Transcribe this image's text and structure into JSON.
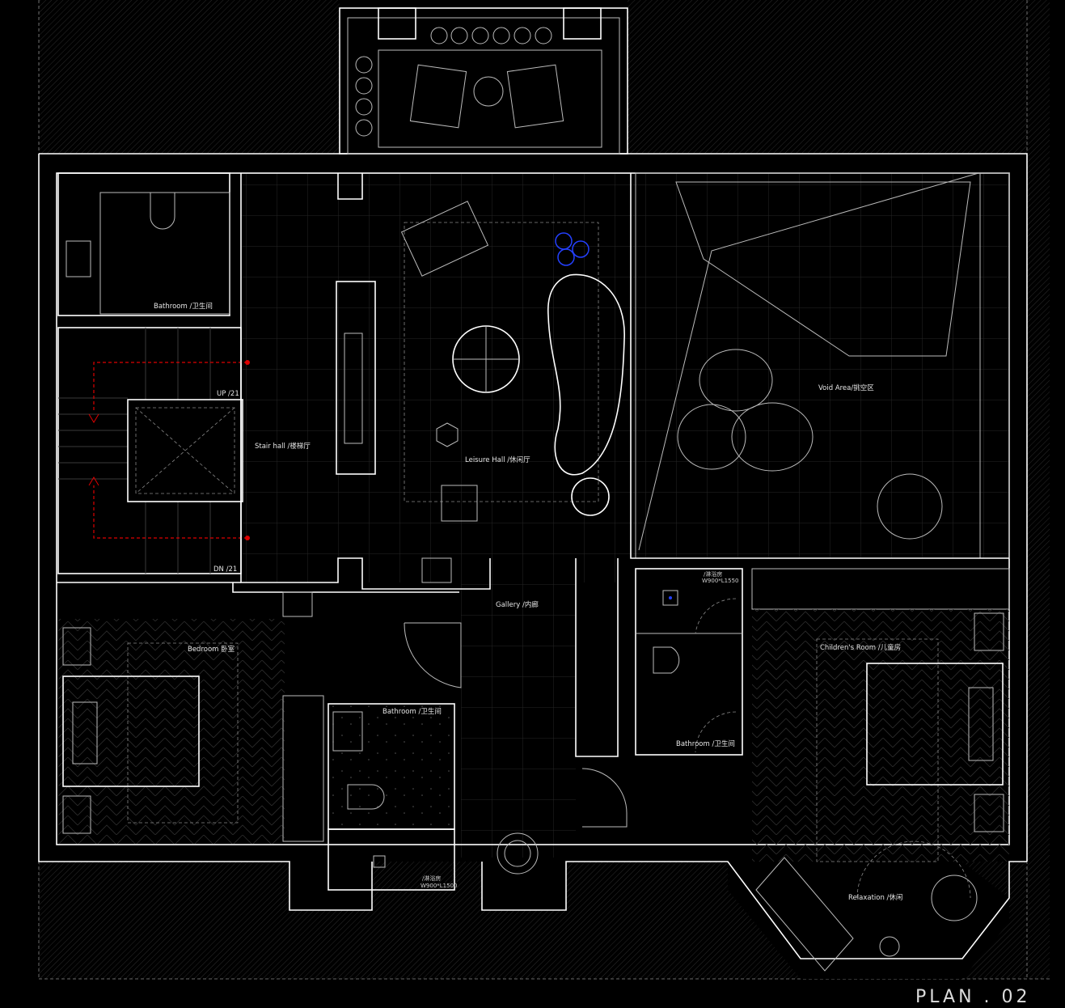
{
  "drawing": {
    "title": "PLAN . 02",
    "colors": {
      "background": "#000000",
      "wall": "#ffffff",
      "grid": "#3a3a3a",
      "stair_path": "#dd0000",
      "accent_furniture": "#2440ff"
    }
  },
  "rooms": {
    "bathroom_nw": "Bathroom /卫生间",
    "stair_hall": "Stair hall /楼梯厅",
    "stair_up": "UP /21",
    "stair_dn": "DN /21",
    "leisure_hall": "Leisure Hall /休闲厅",
    "void_area": "Void Area/挑空区",
    "gallery": "Gallery /内廊",
    "bedroom": "Bedroom 卧室",
    "bathroom_center": "Bathroom /卫生间",
    "bathroom_east": "Bathroom /卫生间",
    "shower_east": "/淋浴房",
    "shower_east_size": "W900*L1550",
    "shower_south": "/淋浴房",
    "shower_south_size": "W900*L1500",
    "childrens_room": "Children's Room /儿童房",
    "relaxation": "Relaxation /休闲"
  }
}
